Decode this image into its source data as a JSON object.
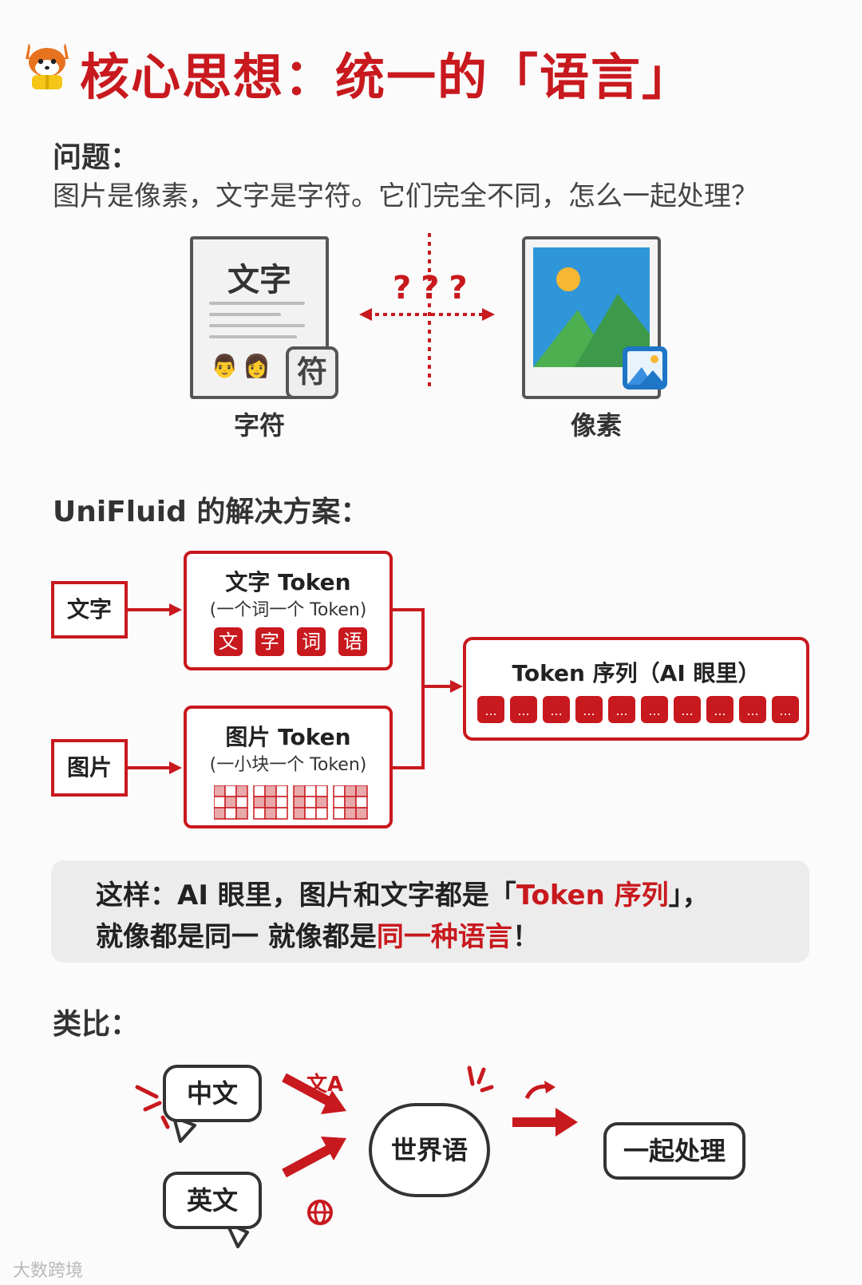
{
  "title": "核心思想：统一的「语言」",
  "problem": {
    "heading": "问题：",
    "text": "图片是像素，文字是字符。它们完全不同，怎么一起处理？",
    "doc": {
      "title": "文字",
      "badge": "符",
      "caption": "字符"
    },
    "question_marks": "???",
    "image_caption": "像素"
  },
  "solution": {
    "heading": "UniFluid 的解决方案：",
    "text_input": "文字",
    "image_input": "图片",
    "text_token": {
      "title": "文字 Token",
      "subtitle": "(一个词一个 Token)",
      "chips": [
        "文",
        "字",
        "词",
        "语"
      ]
    },
    "image_token": {
      "title": "图片 Token",
      "subtitle": "(一小块一个 Token)"
    },
    "sequence": {
      "title": "Token 序列（AI 眼里）",
      "chip_label": "...",
      "chip_count": 10
    }
  },
  "note": {
    "line1_a": "这样：AI 眼里，图片和文字都是「",
    "line1_hl": "Token 序列",
    "line1_b": "」，",
    "line2_a": "就像都是同一 就像都是",
    "line2_hl": "同一种语言",
    "line2_b": "！"
  },
  "analogy": {
    "heading": "类比：",
    "chinese": "中文",
    "english": "英文",
    "translate_glyph": "文A",
    "esperanto": "世界语",
    "result": "一起处理"
  },
  "watermark": "大数跨境",
  "colors": {
    "accent": "#c8191e",
    "ink": "#333333",
    "note_bg": "#ececec"
  },
  "icons": [
    "fox-mascot-icon",
    "person-icon",
    "image-icon",
    "translate-icon",
    "globe-icon"
  ]
}
